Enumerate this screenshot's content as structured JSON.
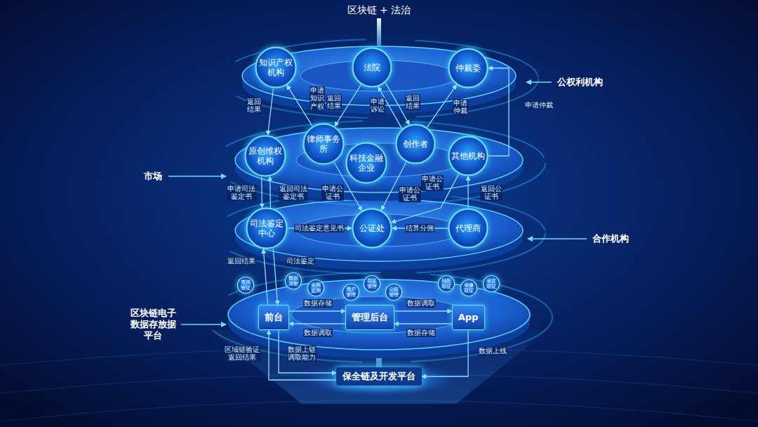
{
  "diagram": {
    "title": "区块链 + 法治",
    "nodes": [
      {
        "text": [
          "知识产权机构"
        ]
      },
      {
        "text": [
          "法院"
        ]
      },
      {
        "text": [
          "仲裁委"
        ]
      },
      {
        "text": [
          "原创维权机构"
        ]
      },
      {
        "text": [
          "律师事务所"
        ]
      },
      {
        "text": [
          "科技金融企业"
        ]
      },
      {
        "text": [
          "创作者"
        ]
      },
      {
        "text": [
          "其他机构"
        ]
      },
      {
        "text": [
          "司法鉴定中心"
        ]
      },
      {
        "text": [
          "公证处"
        ]
      },
      {
        "text": [
          "代理商"
        ]
      },
      {
        "text": [
          "查询验证"
        ]
      },
      {
        "text": [
          "数据加密"
        ]
      },
      {
        "text": [
          "全网监测"
        ]
      },
      {
        "text": [
          "用户管理"
        ]
      },
      {
        "text": [
          "存证管理"
        ]
      },
      {
        "text": [
          "公链管理"
        ]
      },
      {
        "text": [
          "拍照取证"
        ]
      },
      {
        "text": [
          "录像取证"
        ]
      },
      {
        "text": [
          "录音取证"
        ]
      },
      {
        "text": [
          "前台"
        ]
      },
      {
        "text": [
          "管理后台"
        ]
      },
      {
        "text": [
          "App"
        ]
      },
      {
        "text": [
          "保全链及开发平台"
        ]
      }
    ],
    "edges": [
      {
        "from": 4,
        "to": 0,
        "arrow": "to",
        "label": "申请知识产权"
      },
      {
        "from": 0,
        "to": 3,
        "arrow": "to",
        "label": "返回结果"
      },
      {
        "from": 1,
        "to": 4,
        "arrow": "to",
        "label": "返回结果"
      },
      {
        "from": 6,
        "to": 1,
        "arrow": "to",
        "label": "申请诉讼"
      },
      {
        "from": 1,
        "to": 6,
        "arrow": "to",
        "label": "返回结果"
      },
      {
        "from": 6,
        "to": 2,
        "arrow": "to",
        "label": "申请仲裁"
      },
      {
        "from": 7,
        "to": 2,
        "arrow": "to",
        "label": "申请仲裁"
      },
      {
        "from": 3,
        "to": 8,
        "arrow": "to",
        "label": "申请司法鉴定书"
      },
      {
        "from": 8,
        "to": 3,
        "arrow": "to",
        "label": "返回司法鉴定书"
      },
      {
        "from": 4,
        "to": 9,
        "arrow": "to",
        "label": "申请公证书"
      },
      {
        "from": 6,
        "to": 9,
        "arrow": "to",
        "label": "申请公证书"
      },
      {
        "from": 7,
        "to": 9,
        "arrow": "to",
        "label": "申请公证书"
      },
      {
        "from": 10,
        "to": 7,
        "arrow": "to",
        "label": "返回公证书"
      },
      {
        "from": 8,
        "to": 9,
        "arrow": "to",
        "label": "司法鉴定意见书"
      },
      {
        "from": 10,
        "to": 9,
        "arrow": "to",
        "label": "结算分佣"
      },
      {
        "from": 8,
        "to": 20,
        "arrow": "to",
        "label": "司法鉴定"
      },
      {
        "from": 20,
        "to": 8,
        "arrow": "to",
        "label": "返回结果"
      },
      {
        "from": 20,
        "to": 21,
        "arrow": "to",
        "label": "数据存储"
      },
      {
        "from": 21,
        "to": 20,
        "arrow": "to",
        "label": "数据调取"
      },
      {
        "from": 21,
        "to": 22,
        "arrow": "to",
        "label": "数据调取"
      },
      {
        "from": 22,
        "to": 21,
        "arrow": "to",
        "label": "数据存储"
      },
      {
        "from": 23,
        "to": 20,
        "arrow": "to",
        "label": "区域链验证返回结果"
      },
      {
        "from": 20,
        "to": 23,
        "arrow": "to",
        "label": "数据上链调取能力"
      },
      {
        "from": 22,
        "to": 23,
        "arrow": "to",
        "label": "数据上线"
      }
    ],
    "labels": [
      "公权利机构",
      "市场",
      "合作机构",
      "区块链电子数据存放据平台"
    ]
  }
}
